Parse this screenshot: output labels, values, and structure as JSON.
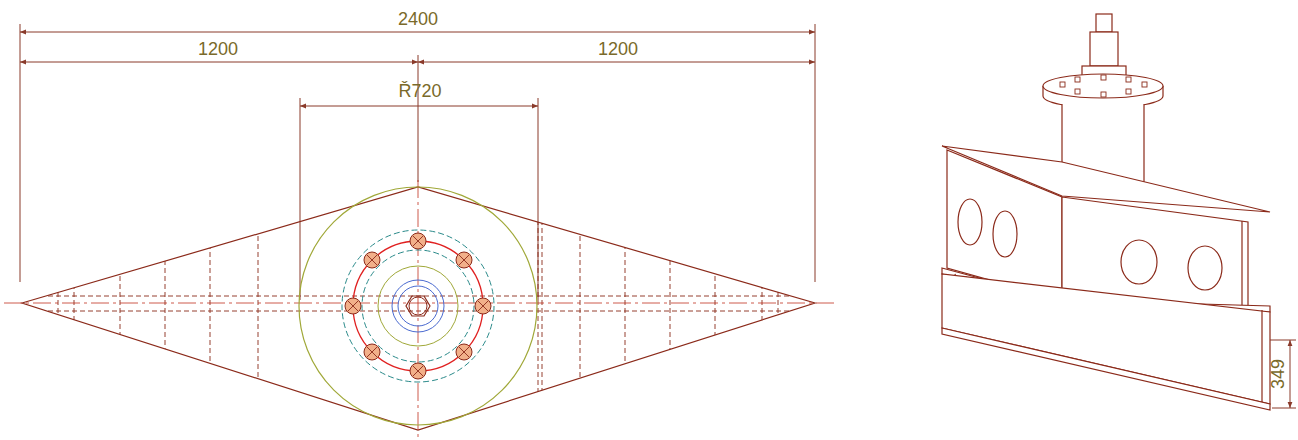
{
  "diagram": {
    "labels": [
      "2400",
      "1200",
      "1200",
      "Ř720",
      "349"
    ]
  }
}
